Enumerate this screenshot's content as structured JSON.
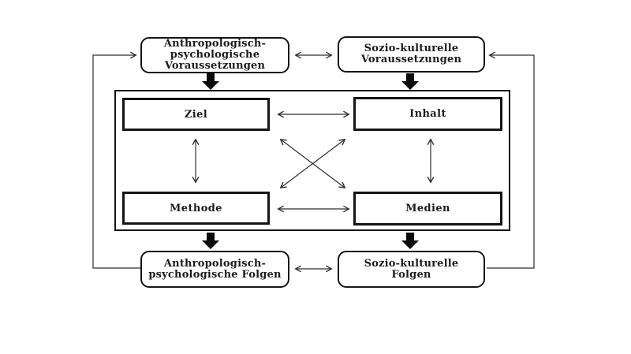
{
  "diagram": {
    "background_color": "#ffffff",
    "line_color": "#2e2e2e",
    "border_color": "#161616",
    "text_color": "#1b1b1b",
    "thick_arrow_color": "#0b0b0b"
  },
  "nodes": {
    "preconditions_left": {
      "label": "Anthropologisch-\npsychologische\nVoraussetzungen",
      "shape": "rounded-rect"
    },
    "preconditions_right": {
      "label": "Sozio-kulturelle\nVoraussetzungen",
      "shape": "rounded-rect"
    },
    "ziel": {
      "label": "Ziel",
      "shape": "rect"
    },
    "inhalt": {
      "label": "Inhalt",
      "shape": "rect"
    },
    "methode": {
      "label": "Methode",
      "shape": "rect"
    },
    "medien": {
      "label": "Medien",
      "shape": "rect"
    },
    "consequences_left": {
      "label": "Anthropologisch-\npsychologische Folgen",
      "shape": "rounded-rect"
    },
    "consequences_right": {
      "label": "Sozio-kulturelle\nFolgen",
      "shape": "rounded-rect"
    },
    "field_frame": {
      "label": "",
      "shape": "rect-frame"
    }
  },
  "connections": [
    {
      "from": "preconditions_left",
      "to": "preconditions_right",
      "style": "thin-double-arrow"
    },
    {
      "from": "preconditions_left",
      "to": "field_frame",
      "style": "thick-down-arrow"
    },
    {
      "from": "preconditions_right",
      "to": "field_frame",
      "style": "thick-down-arrow"
    },
    {
      "from": "ziel",
      "to": "inhalt",
      "style": "thin-double-arrow"
    },
    {
      "from": "ziel",
      "to": "methode",
      "style": "thin-double-arrow"
    },
    {
      "from": "inhalt",
      "to": "medien",
      "style": "thin-double-arrow"
    },
    {
      "from": "methode",
      "to": "medien",
      "style": "thin-double-arrow"
    },
    {
      "from": "ziel",
      "to": "medien",
      "style": "thin-double-arrow-diagonal"
    },
    {
      "from": "methode",
      "to": "inhalt",
      "style": "thin-double-arrow-diagonal"
    },
    {
      "from": "field_frame",
      "to": "consequences_left",
      "style": "thick-down-arrow"
    },
    {
      "from": "field_frame",
      "to": "consequences_right",
      "style": "thick-down-arrow"
    },
    {
      "from": "consequences_left",
      "to": "consequences_right",
      "style": "thin-double-arrow"
    },
    {
      "from": "consequences_left",
      "to": "preconditions_left",
      "style": "feedback-loop-arrow-left"
    },
    {
      "from": "consequences_right",
      "to": "preconditions_right",
      "style": "feedback-loop-arrow-right"
    }
  ]
}
